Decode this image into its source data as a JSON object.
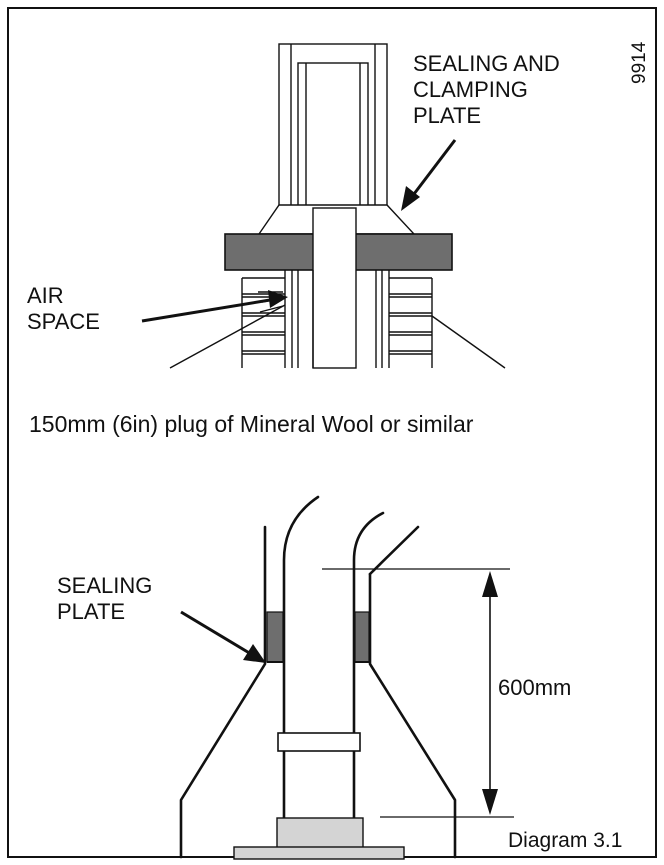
{
  "labels": {
    "ref_code": "9914",
    "sealing_and_clamping_plate": [
      "SEALING AND",
      "CLAMPING",
      "PLATE"
    ],
    "air_space": [
      "AIR",
      "SPACE"
    ],
    "caption_mineral_wool": "150mm (6in) plug of Mineral Wool or similar",
    "sealing_plate": [
      "SEALING",
      "PLATE"
    ],
    "dimension": "600mm",
    "diagram_title": "Diagram 3.1"
  },
  "colors": {
    "line": "#111111",
    "dark_fill": "#6e6e6e",
    "light_fill": "#d4d4d4",
    "background": "#ffffff"
  }
}
